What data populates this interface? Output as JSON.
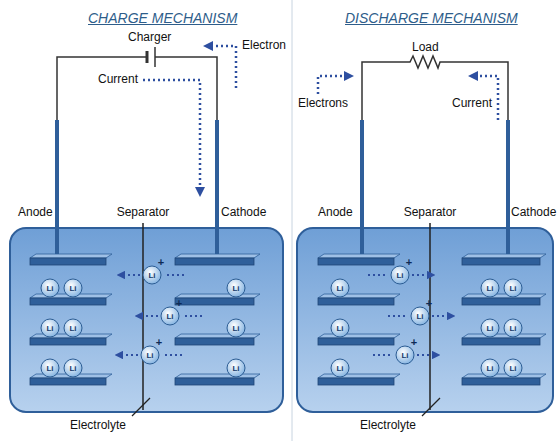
{
  "diagram": {
    "labels": [
      "CHARGE MECHANISM",
      "Charger",
      "Electron",
      "Current",
      "Separator",
      "Anode",
      "Cathode",
      "Electrolyte",
      "Li",
      "Li",
      "Li",
      "Li",
      "Li",
      "Li",
      "Li",
      "Li",
      "Li",
      "Li",
      "Li",
      "Li",
      "+",
      "+",
      "+",
      "DISCHARGE MECHANISM",
      "Load",
      "Electrons",
      "Current",
      "Separator",
      "Anode",
      "Cathode",
      "Electrolyte",
      "Li",
      "Li",
      "Li",
      "Li",
      "Li",
      "Li",
      "Li",
      "Li",
      "Li",
      "Li",
      "Li",
      "Li",
      "+",
      "+",
      "+"
    ]
  }
}
